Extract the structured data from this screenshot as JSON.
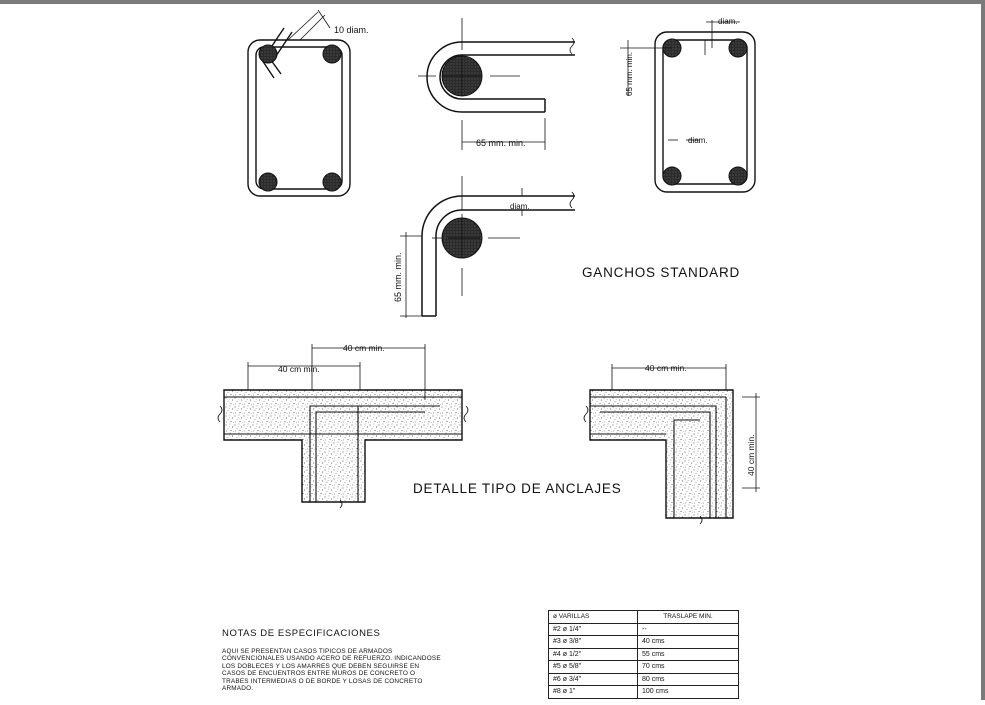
{
  "labels": {
    "dim_10_diam": "10 diam.",
    "dim_65_mm_horizontal": "65 mm. min.",
    "dim_65_mm_vertical_left": "65 mm. min.",
    "dim_65_mm_vertical_right": "65 mm. min.",
    "diam_top_right": "diam.",
    "diam_right_inner": "diam.",
    "diam_hook3": "diam.",
    "ganchos_title": "GANCHOS STANDARD",
    "dim_40_cm_left": "40 cm min.",
    "dim_40_cm_top": "40 cm min.",
    "dim_40_cm_right_horizontal": "40 cm min.",
    "dim_40_cm_right_vertical": "40 cm min.",
    "anclajes_title": "DETALLE TIPO DE ANCLAJES"
  },
  "notes": {
    "title": "NOTAS DE ESPECIFICACIONES",
    "lines": [
      "AQUI SE PRESENTAN CASOS TIPICOS DE ARMADOS",
      "CONVENCIONALES USANDO ACERO DE REFUERZO. INDICANDOSE",
      "LOS DOBLECES Y LOS AMARRES QUE DEBEN SEGUIRSE EN",
      "CASOS DE ENCUENTROS ENTRE MUROS DE CONCRETO O",
      "TRABES  INTERMEDIAS O DE BORDE Y LOSAS DE CONCRETO",
      "ARMADO."
    ]
  },
  "table": {
    "headers": [
      "ø VARILLAS",
      "TRASLAPE MIN."
    ],
    "rows": [
      [
        "#2 ø 1/4\"",
        "--"
      ],
      [
        "#3 ø 3/8\"",
        "40 cms"
      ],
      [
        "#4 ø 1/2\"",
        "55 cms"
      ],
      [
        "#5 ø 5/8\"",
        "70 cms"
      ],
      [
        "#6 ø 3/4\"",
        "80 cms"
      ],
      [
        "#8 ø 1\"",
        "100 cms"
      ]
    ]
  }
}
